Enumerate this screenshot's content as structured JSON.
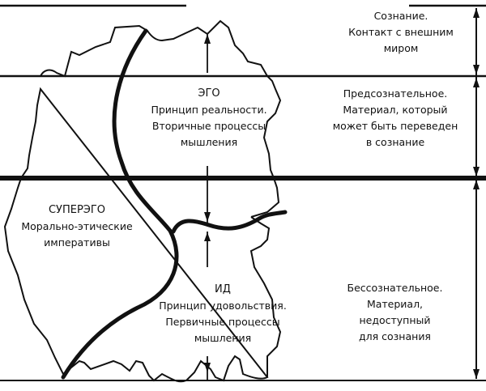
{
  "diagram": {
    "title": "",
    "regions": {
      "conscious": {
        "lines": [
          "Сознание.",
          "Контакт с внешним",
          "миром"
        ]
      },
      "preconscious": {
        "lines": [
          "Предсознательное.",
          "Материал, который",
          "может быть переведен",
          "в сознание"
        ]
      },
      "unconscious": {
        "lines": [
          "Бессознательное.",
          "Материал,",
          "недоступный",
          "для сознания"
        ]
      }
    },
    "structures": {
      "ego": {
        "name": "ЭГО",
        "lines": [
          "Принцип реальности.",
          "Вторичные процессы",
          "мышления"
        ]
      },
      "superego": {
        "name": "СУПЕРЭГО",
        "lines": [
          "Морально-этические",
          "императивы"
        ]
      },
      "id": {
        "name": "ИД",
        "lines": [
          "Принцип удовольствия.",
          "Первичные процессы",
          "мышления"
        ]
      }
    },
    "colors": {
      "ink": "#111111",
      "background": "#ffffff"
    }
  }
}
